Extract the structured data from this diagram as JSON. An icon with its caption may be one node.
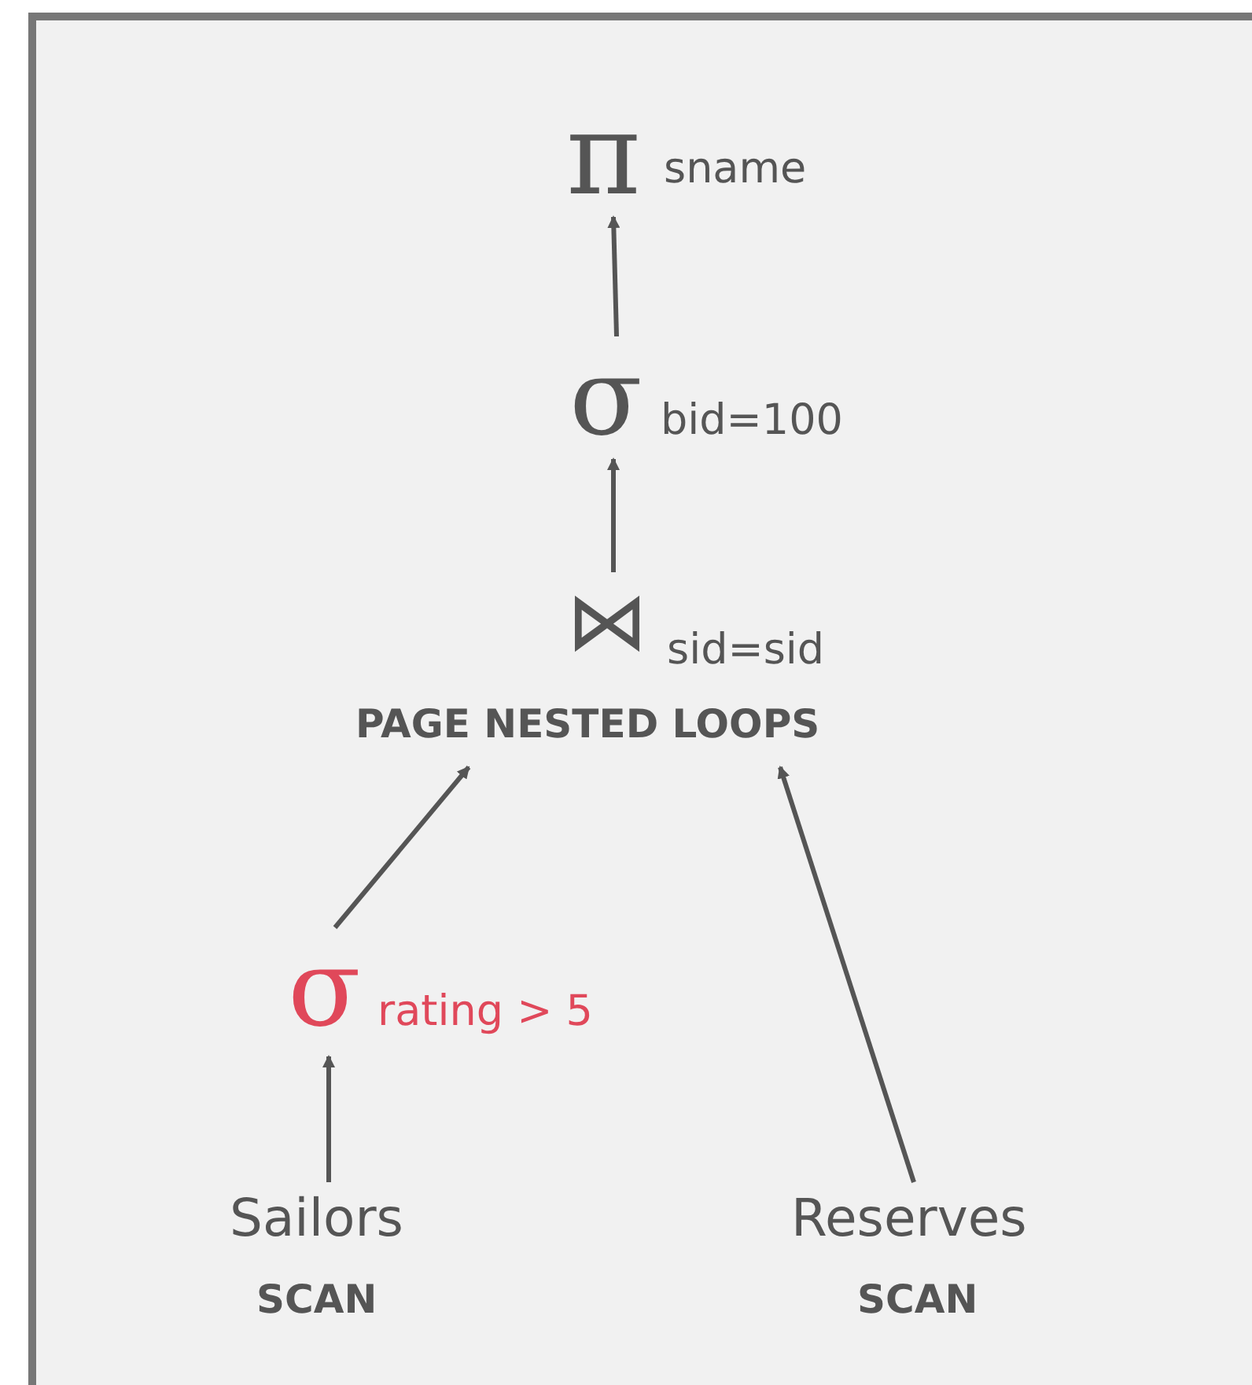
{
  "diagram": {
    "nodes": [
      {
        "text": [
          "π",
          "sname"
        ]
      },
      {
        "text": [
          "σ",
          "bid=100"
        ]
      },
      {
        "text": [
          "⋈",
          "sid=sid",
          "PAGE NESTED LOOPS"
        ]
      },
      {
        "text": [
          "σ",
          "rating > 5"
        ]
      },
      {
        "text": [
          "Sailors",
          "SCAN"
        ]
      },
      {
        "text": [
          "Reserves",
          "SCAN"
        ]
      }
    ],
    "edges": [
      {
        "from": 1,
        "to": 0,
        "arrow": "to"
      },
      {
        "from": 2,
        "to": 1,
        "arrow": "to"
      },
      {
        "from": 3,
        "to": 2,
        "arrow": "to"
      },
      {
        "from": 4,
        "to": 3,
        "arrow": "to"
      },
      {
        "from": 5,
        "to": 2,
        "arrow": "to"
      }
    ]
  }
}
